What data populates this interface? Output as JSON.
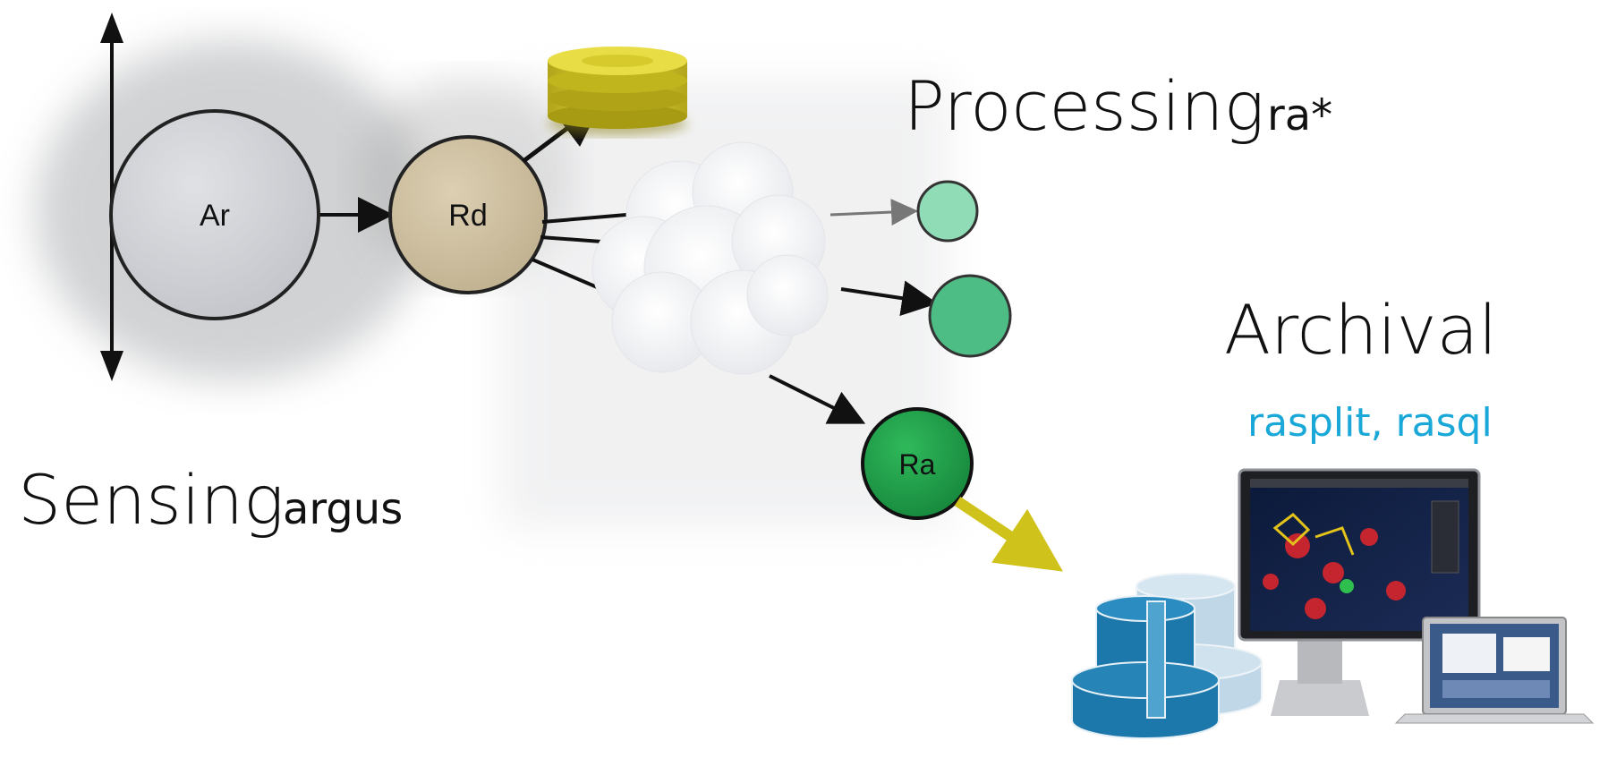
{
  "nodes": {
    "ar": {
      "label": "Ar"
    },
    "rd": {
      "label": "Rd"
    },
    "ra": {
      "label": "Ra"
    }
  },
  "stages": {
    "processing": {
      "title": "Processing",
      "tool": "ra*"
    },
    "archival": {
      "title": "Archival",
      "tools": "rasplit, rasql"
    },
    "sensing": {
      "title": "Sensing",
      "tool": "argus"
    }
  },
  "colors": {
    "ar_fill": "#cfd1d6",
    "rd_fill": "#cdbf9f",
    "ra_fill": "#1e9e47",
    "green_small": "#8fdcb6",
    "green_mid": "#4ebd85",
    "database": "#d4c62c",
    "archive_arrow": "#cfc21a",
    "storage_blue": "#1c78aa",
    "accent_text": "#1aa8d8"
  },
  "icons": [
    "database-icon",
    "cloud-icon",
    "storage-icon",
    "monitor-icon",
    "laptop-icon"
  ]
}
